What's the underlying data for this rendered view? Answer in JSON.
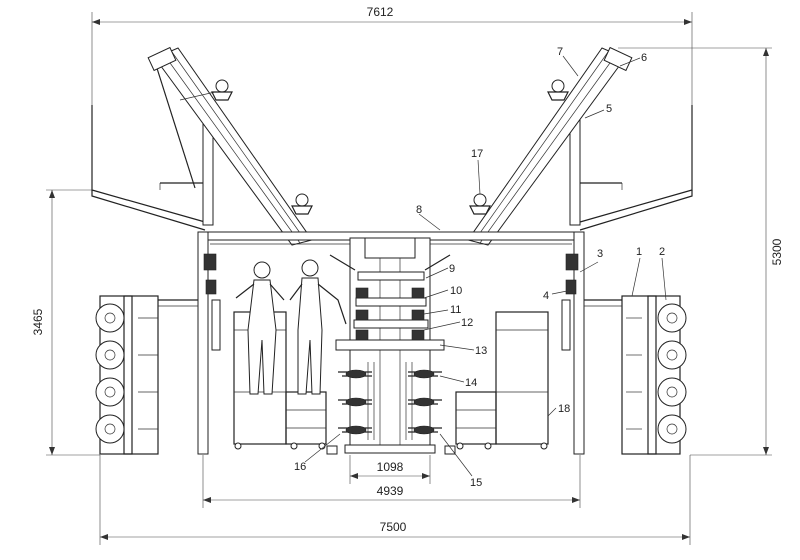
{
  "dimensions": {
    "overall_top": "7612",
    "overall_height": "5300",
    "lower_height": "3465",
    "inner_small": "1098",
    "inner_mid": "4939",
    "bottom_width": "7500"
  },
  "part_labels": [
    "1",
    "2",
    "3",
    "4",
    "5",
    "6",
    "7",
    "8",
    "9",
    "10",
    "11",
    "12",
    "13",
    "14",
    "15",
    "16",
    "17",
    "18"
  ]
}
